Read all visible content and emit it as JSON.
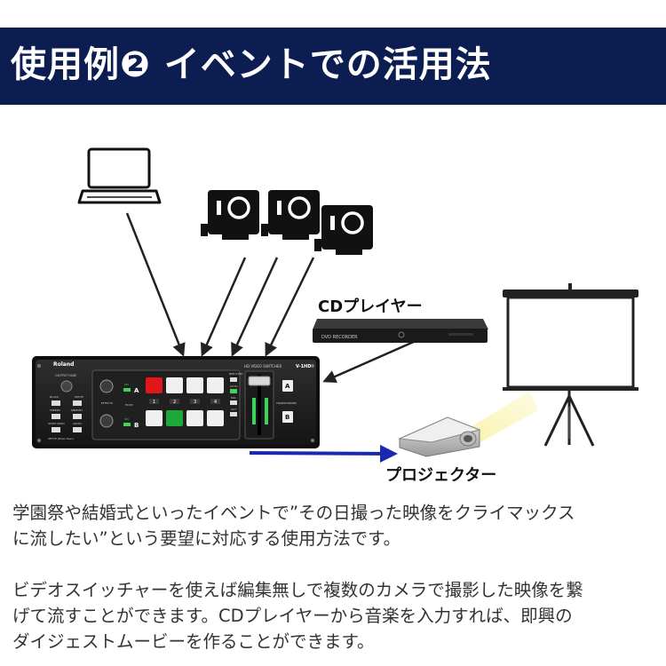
{
  "header": {
    "title": "使用例❷ イベントでの活用法"
  },
  "labels": {
    "cd_player": "CDプレイヤー",
    "projector": "プロジェクター",
    "switcher_brand": "Roland",
    "switcher_model_prefix": "HD VIDEO SWITCHER",
    "switcher_model": "V-1HD",
    "recorder_text": "DVD RECORDER",
    "output_fade": "OUTPUT FADE",
    "black": "BLACK",
    "white": "WHITE",
    "freeze": "FREEZE",
    "memory": "MEMORY",
    "start_apply": "START APPLY",
    "audio": "AUDIO",
    "setup": "SETUP (Press 3sec)",
    "effects": "EFFECTS",
    "hdcp": "HDCP",
    "bpm_sync": "BPM SYNC",
    "auto": "AUTO",
    "mix": "MIX",
    "cut": "CUT",
    "transformer": "TRANSFORMER",
    "bus_a": "A",
    "bus_b": "B",
    "on": "ON",
    "channels": [
      "1",
      "2",
      "3",
      "4"
    ]
  },
  "body": {
    "paragraph1": [
      "学園祭や結婚式といったイベントで”その日撮った映像をクライマックス",
      "に流したい”という要望に対応する使用方法です。"
    ],
    "paragraph2": [
      "ビデオスイッチャーを使えば編集無しで複数のカメラで撮影した映像を繋",
      "げて流すことができます。CDプレイヤーから音楽を入力すれば、即興の",
      "ダイジェストムービーを作ることができます。"
    ]
  },
  "colors": {
    "banner": "#0c1d52",
    "arrow_black": "#222222",
    "arrow_blue": "#1a2ab0",
    "button_red": "#e0161b",
    "button_green": "#1fa83a",
    "projector_beam": "#f3ee9a"
  },
  "icons": [
    "laptop-icon",
    "video-camera-icon",
    "cd-player-icon",
    "video-switcher-icon",
    "projector-icon",
    "projection-screen-icon"
  ]
}
